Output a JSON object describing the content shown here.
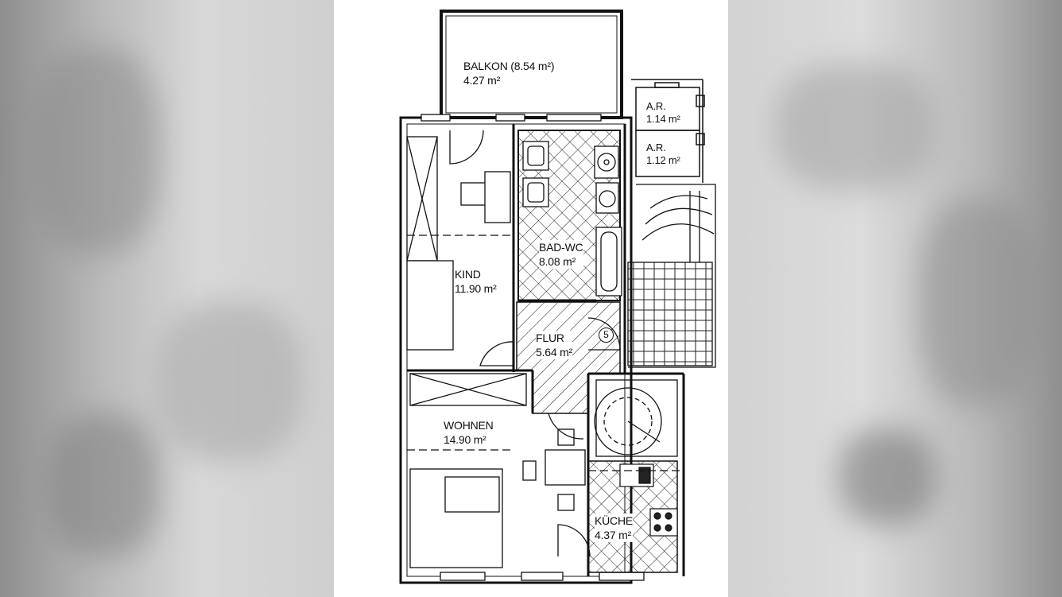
{
  "rooms": {
    "balkon": {
      "name": "BALKON (8.54 m²)",
      "area": "4.27 m²"
    },
    "ar1": {
      "name": "A.R.",
      "area": "1.14 m²"
    },
    "ar2": {
      "name": "A.R.",
      "area": "1.12 m²"
    },
    "bad": {
      "name": "BAD-WC",
      "area": "8.08 m²"
    },
    "kind": {
      "name": "KIND",
      "area": "11.90 m²"
    },
    "flur": {
      "name": "FLUR",
      "area": "5.64 m²"
    },
    "wohnen": {
      "name": "WOHNEN",
      "area": "14.90 m²"
    },
    "kueche": {
      "name": "KÜCHE",
      "area": "4.37 m²"
    }
  },
  "stair_marker": "5"
}
